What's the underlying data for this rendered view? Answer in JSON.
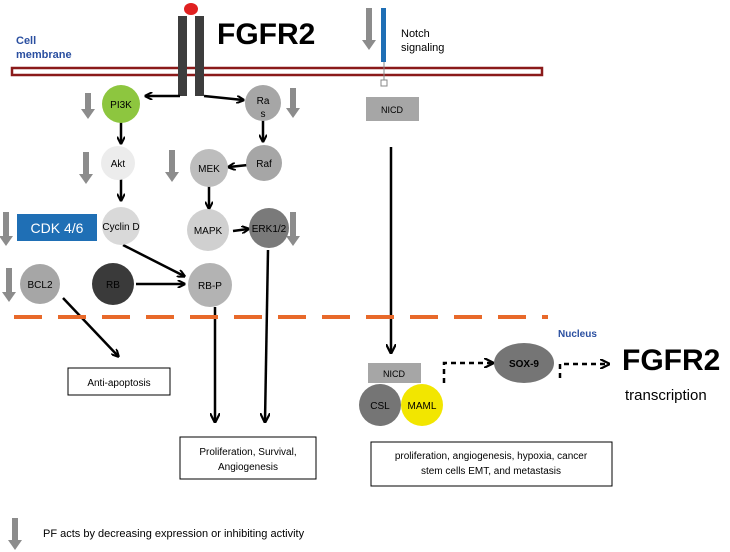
{
  "labels": {
    "cell_membrane_line1": "Cell",
    "cell_membrane_line2": "membrane",
    "fgfr2_title": "FGFR2",
    "notch_line1": "Notch",
    "notch_line2": "signaling",
    "nucleus": "Nucleus",
    "fgfr2_nucleus": "FGFR2",
    "transcription": "transcription"
  },
  "nodes": {
    "pi3k": "PI3K",
    "ras_line1": "Ra",
    "ras_line2": "s",
    "akt": "Akt",
    "raf": "Raf",
    "mek": "MEK",
    "cdk46": "CDK 4/6",
    "cyclin_d": "Cyclin D",
    "mapk": "MAPK",
    "erk": "ERK1/2",
    "bcl2": "BCL2",
    "rb": "RB",
    "rbp": "RB-P",
    "nicd_top": "NICD",
    "nicd_bottom": "NICD",
    "csl": "CSL",
    "maml": "MAML",
    "sox9": "SOX-9"
  },
  "outcomes": {
    "anti_apoptosis": "Anti-apoptosis",
    "prolif_line1": "Proliferation, Survival,",
    "prolif_line2": "Angiogenesis",
    "notch_line1": "proliferation, angiogenesis, hypoxia, cancer",
    "notch_line2": "stem cells EMT, and metastasis"
  },
  "legend": {
    "text": "PF acts by decreasing expression or inhibiting activity"
  },
  "colors": {
    "membrane": "#8b1a1a",
    "nucleus_dash": "#e8692a",
    "pi3k": "#8dc63f",
    "cdk": "#1f6fb5",
    "maml": "#f2e600",
    "receptor": "#3d3d3d",
    "ligand": "#e02020",
    "down_arrow": "#8c8c8c",
    "notch_receptor": "#1f6fb5",
    "nucleus_label": "#2a4fa0"
  }
}
